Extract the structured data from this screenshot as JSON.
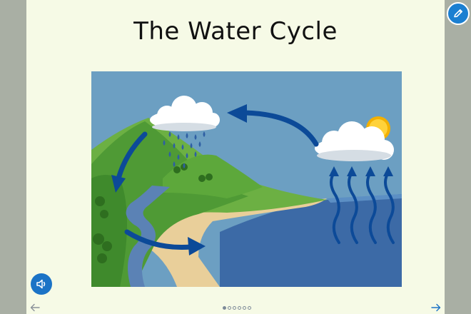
{
  "slide": {
    "title": "The Water Cycle"
  },
  "controls": {
    "edit_icon": "pencil-icon",
    "audio_icon": "speaker-icon",
    "prev_icon": "arrow-left-icon",
    "next_icon": "arrow-right-icon"
  },
  "pagination": {
    "total": 6,
    "current": 1
  },
  "colors": {
    "accent": "#1b7fd1",
    "sky": "#6c9fc2",
    "sea": "#3a6aa5",
    "hill": "#4f9a35",
    "arrow": "#0c4a98"
  }
}
